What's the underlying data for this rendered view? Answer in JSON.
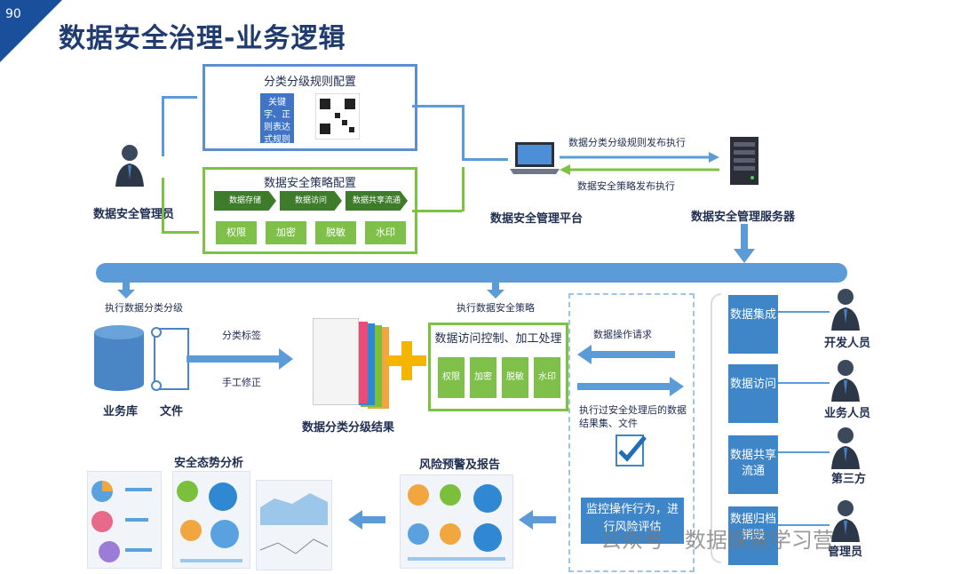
{
  "page": {
    "number": "90",
    "title": "数据安全治理-业务逻辑"
  },
  "rules_box": {
    "title": "分类分级规则配置",
    "keyword": "关键字、正则表达式规则"
  },
  "policy_box": {
    "title": "数据安全策略配置",
    "stages": [
      "数据存储",
      "数据访问",
      "数据共享流通"
    ],
    "controls": [
      "权限",
      "加密",
      "脱敏",
      "水印"
    ]
  },
  "admin": {
    "label": "数据安全管理员"
  },
  "platform": {
    "label": "数据安全管理平台"
  },
  "server": {
    "label": "数据安全管理服务器"
  },
  "flows": {
    "rules_publish": "数据分类分级规则发布执行",
    "policy_publish": "数据安全策略发布执行"
  },
  "left_section": {
    "exec": "执行数据分类分级",
    "db": "业务库",
    "file": "文件",
    "tag": "分类标签",
    "fix": "手工修正",
    "result": "数据分类分级结果"
  },
  "mid_section": {
    "exec": "执行数据安全策略",
    "box_title": "数据访问控制、加工处理",
    "controls": [
      "权限",
      "加密",
      "脱敏",
      "水印"
    ]
  },
  "right_section": {
    "request": "数据操作请求",
    "response": "执行过安全处理后的数据结果集、文件",
    "monitor": "监控操作行为，进行风险评估"
  },
  "services": [
    "数据集成",
    "数据访问",
    "数据共享流通",
    "数据归档销毁"
  ],
  "roles": [
    "开发人员",
    "业务人员",
    "第三方",
    "管理员"
  ],
  "bottom": {
    "situation": "安全态势分析",
    "risk": "风险预警及报告"
  },
  "watermark": "公众号 · 数据探索学习营",
  "colors": {
    "title": "#1f3b70",
    "blue": "#5b9bd8",
    "green": "#7dc243",
    "accent_yellow": "#f5b400"
  }
}
